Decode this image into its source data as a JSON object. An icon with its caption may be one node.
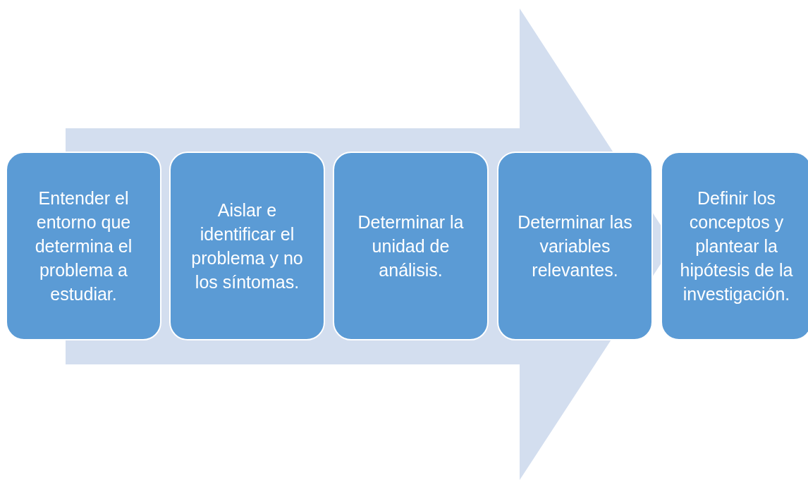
{
  "diagram": {
    "nodes": [
      {
        "text": [
          "Entender el entorno que determina el problema a estudiar."
        ]
      },
      {
        "text": [
          "Aislar e identificar el problema y no los síntomas."
        ]
      },
      {
        "text": [
          "Determinar la unidad de análisis."
        ]
      },
      {
        "text": [
          "Determinar las variables relevantes."
        ]
      },
      {
        "text": [
          "Definir los conceptos y plantear la hipótesis de la investigación."
        ]
      }
    ],
    "edges": [
      {
        "from": 0,
        "to": 4,
        "arrow": "to"
      }
    ]
  }
}
